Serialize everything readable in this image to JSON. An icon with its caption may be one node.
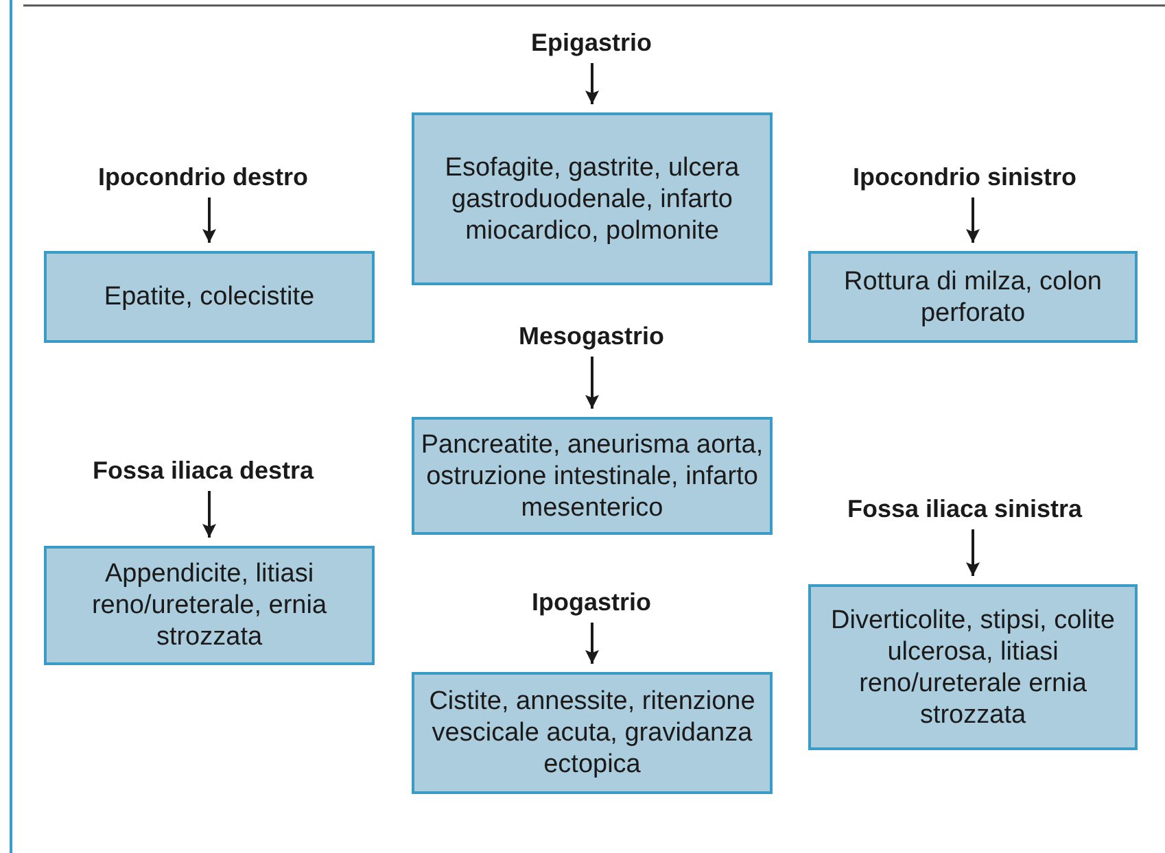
{
  "diagram": {
    "nodes": [
      {
        "text": [
          "Epigastrio"
        ]
      },
      {
        "text": [
          "Esofagite, gastrite, ulcera gastroduodenale, infarto miocardico, polmonite"
        ]
      },
      {
        "text": [
          "Ipocondrio destro"
        ]
      },
      {
        "text": [
          "Epatite, colecistite"
        ]
      },
      {
        "text": [
          "Ipocondrio sinistro"
        ]
      },
      {
        "text": [
          "Rottura di milza, colon perforato"
        ]
      },
      {
        "text": [
          "Mesogastrio"
        ]
      },
      {
        "text": [
          "Pancreatite, aneurisma aorta, ostruzione intestinale, infarto mesenterico"
        ]
      },
      {
        "text": [
          "Fossa iliaca destra"
        ]
      },
      {
        "text": [
          "Appendicite, litiasi reno/ureterale, ernia strozzata"
        ]
      },
      {
        "text": [
          "Fossa iliaca sinistra"
        ]
      },
      {
        "text": [
          "Diverticolite, stipsi, colite ulcerosa, litiasi reno/ureterale ernia strozzata"
        ]
      },
      {
        "text": [
          "Ipogastrio"
        ]
      },
      {
        "text": [
          "Cistite, annessite, ritenzione vescicale acuta, gravidanza ectopica"
        ]
      }
    ],
    "edges": [
      {
        "from": 0,
        "to": 1,
        "arrow": "to"
      },
      {
        "from": 2,
        "to": 3,
        "arrow": "to"
      },
      {
        "from": 4,
        "to": 5,
        "arrow": "to"
      },
      {
        "from": 6,
        "to": 7,
        "arrow": "to"
      },
      {
        "from": 8,
        "to": 9,
        "arrow": "to"
      },
      {
        "from": 10,
        "to": 11,
        "arrow": "to"
      },
      {
        "from": 12,
        "to": 13,
        "arrow": "to"
      }
    ]
  }
}
